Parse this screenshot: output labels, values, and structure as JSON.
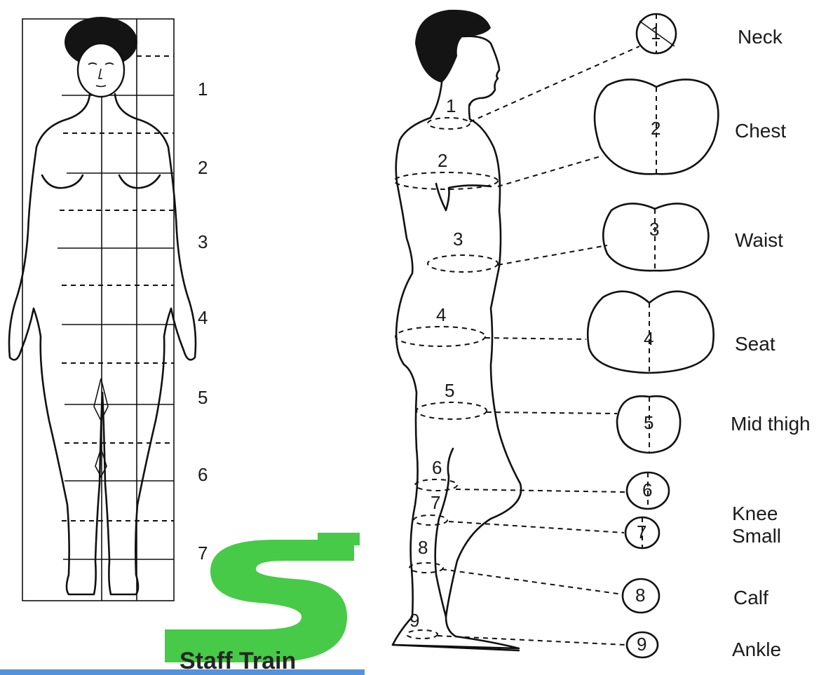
{
  "front_figure": {
    "levels": [
      "1",
      "2",
      "3",
      "4",
      "5",
      "6",
      "7"
    ]
  },
  "side_figure": {
    "body_numbers": [
      "1",
      "2",
      "3",
      "4",
      "5",
      "6",
      "7",
      "8",
      "9"
    ]
  },
  "cross_sections": [
    {
      "number": "1",
      "label": "Neck"
    },
    {
      "number": "2",
      "label": "Chest"
    },
    {
      "number": "3",
      "label": "Waist"
    },
    {
      "number": "4",
      "label": "Seat"
    },
    {
      "number": "5",
      "label": "Mid thigh"
    },
    {
      "number": "6",
      "label": "Knee"
    },
    {
      "number": "7",
      "label": "Small"
    },
    {
      "number": "8",
      "label": "Calf"
    },
    {
      "number": "9",
      "label": "Ankle"
    }
  ],
  "watermark": {
    "text": "Staff Train",
    "color": "#3ec83e",
    "text_color": "#9aa0a6",
    "footer_color": "#1f6fd1"
  }
}
